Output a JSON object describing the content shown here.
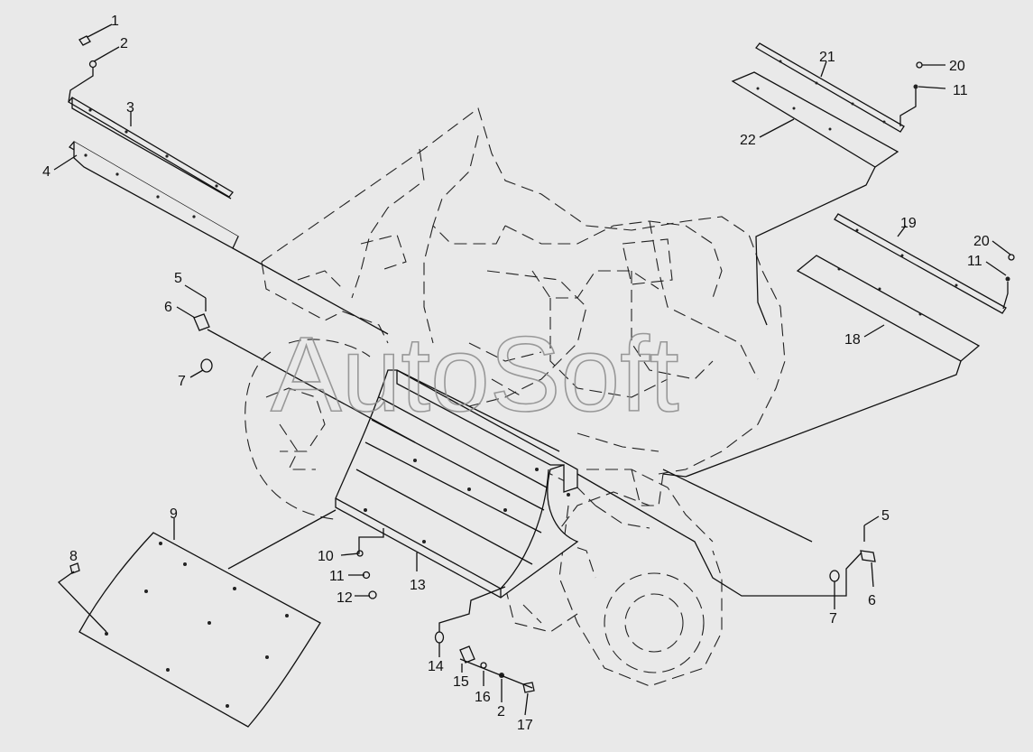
{
  "watermark": "AutoSoft",
  "callouts": {
    "c1": "1",
    "c2a": "2",
    "c3": "3",
    "c4": "4",
    "c5a": "5",
    "c6a": "6",
    "c7a": "7",
    "c8": "8",
    "c9": "9",
    "c10": "10",
    "c11a": "11",
    "c12": "12",
    "c13": "13",
    "c14": "14",
    "c15": "15",
    "c16": "16",
    "c2b": "2",
    "c17": "17",
    "c5b": "5",
    "c6b": "6",
    "c7b": "7",
    "c18": "18",
    "c19": "19",
    "c20a": "20",
    "c11b": "11",
    "c21": "21",
    "c20b": "20",
    "c11c": "11",
    "c22": "22"
  }
}
